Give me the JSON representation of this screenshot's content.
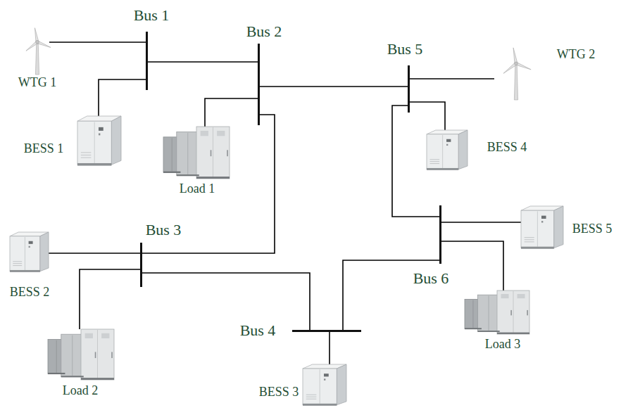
{
  "diagram": {
    "nodes": [
      {
        "text": [
          "Bus 1"
        ]
      },
      {
        "text": [
          "WTG 1"
        ]
      },
      {
        "text": [
          "BESS 1"
        ]
      },
      {
        "text": [
          "Bus 2"
        ]
      },
      {
        "text": [
          "Load 1"
        ]
      },
      {
        "text": [
          "Bus 5"
        ]
      },
      {
        "text": [
          "WTG 2"
        ]
      },
      {
        "text": [
          "BESS 4"
        ]
      },
      {
        "text": [
          "Bus 3"
        ]
      },
      {
        "text": [
          "BESS 2"
        ]
      },
      {
        "text": [
          "Load 2"
        ]
      },
      {
        "text": [
          "Bus 6"
        ]
      },
      {
        "text": [
          "BESS 5"
        ]
      },
      {
        "text": [
          "Bus 4"
        ]
      },
      {
        "text": [
          "BESS 3"
        ]
      },
      {
        "text": [
          "Load 3"
        ]
      }
    ],
    "edges": [
      {
        "from": 1,
        "to": 0,
        "arrow": "none"
      },
      {
        "from": 2,
        "to": 0,
        "arrow": "none"
      },
      {
        "from": 0,
        "to": 3,
        "arrow": "none"
      },
      {
        "from": 4,
        "to": 3,
        "arrow": "none"
      },
      {
        "from": 3,
        "to": 5,
        "arrow": "none"
      },
      {
        "from": 3,
        "to": 8,
        "arrow": "none"
      },
      {
        "from": 5,
        "to": 6,
        "arrow": "none"
      },
      {
        "from": 5,
        "to": 7,
        "arrow": "none"
      },
      {
        "from": 5,
        "to": 11,
        "arrow": "none"
      },
      {
        "from": 9,
        "to": 8,
        "arrow": "none"
      },
      {
        "from": 10,
        "to": 8,
        "arrow": "none"
      },
      {
        "from": 8,
        "to": 13,
        "arrow": "none"
      },
      {
        "from": 13,
        "to": 14,
        "arrow": "none"
      },
      {
        "from": 13,
        "to": 11,
        "arrow": "none"
      },
      {
        "from": 11,
        "to": 12,
        "arrow": "none"
      },
      {
        "from": 11,
        "to": 15,
        "arrow": "none"
      }
    ]
  }
}
